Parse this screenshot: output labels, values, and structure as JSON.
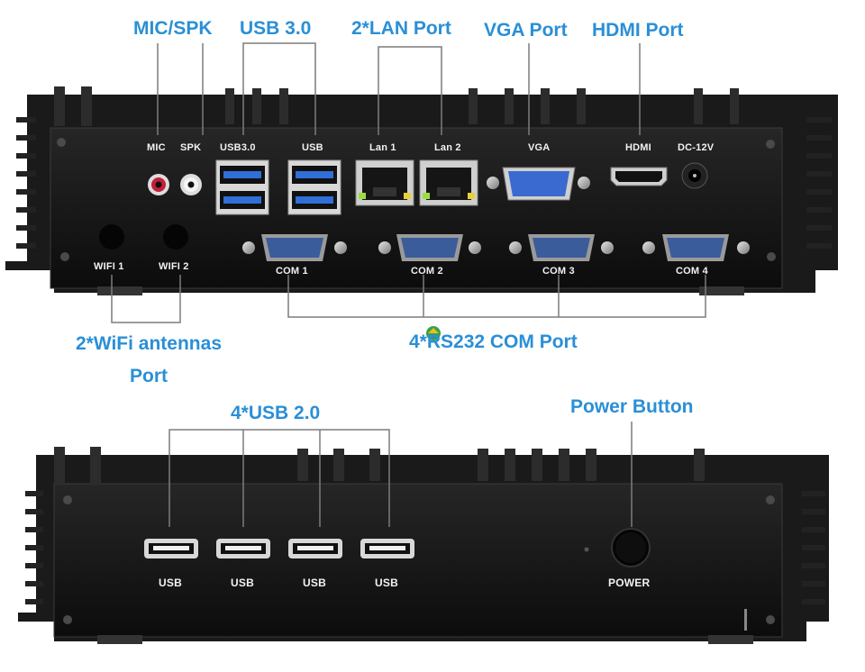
{
  "callouts": {
    "mic_spk": "MIC/SPK",
    "usb30": "USB 3.0",
    "lan": "2*LAN Port",
    "vga": "VGA Port",
    "hdmi": "HDMI Port",
    "wifi_line1": "2*WiFi antennas",
    "wifi_line2": "Port",
    "com": "4*RS232 COM Port",
    "usb20": "4*USB 2.0",
    "power": "Power Button"
  },
  "rear_panel": {
    "mic": "MIC",
    "spk": "SPK",
    "usb30": "USB3.0",
    "usb": "USB",
    "lan1": "Lan 1",
    "lan2": "Lan 2",
    "vga": "VGA",
    "hdmi": "HDMI",
    "dc": "DC-12V",
    "wifi1": "WIFI 1",
    "wifi2": "WIFI 2",
    "com1": "COM 1",
    "com2": "COM 2",
    "com3": "COM 3",
    "com4": "COM 4"
  },
  "front_panel": {
    "usb_labels": [
      "USB",
      "USB",
      "USB",
      "USB"
    ],
    "power": "POWER"
  },
  "colors": {
    "callout_blue": "#2a8fd6",
    "chassis": "#141414",
    "usb3_blue": "#2f6fd8",
    "vga_blue": "#3a6ad0",
    "com_blue": "#3a5c9a"
  }
}
